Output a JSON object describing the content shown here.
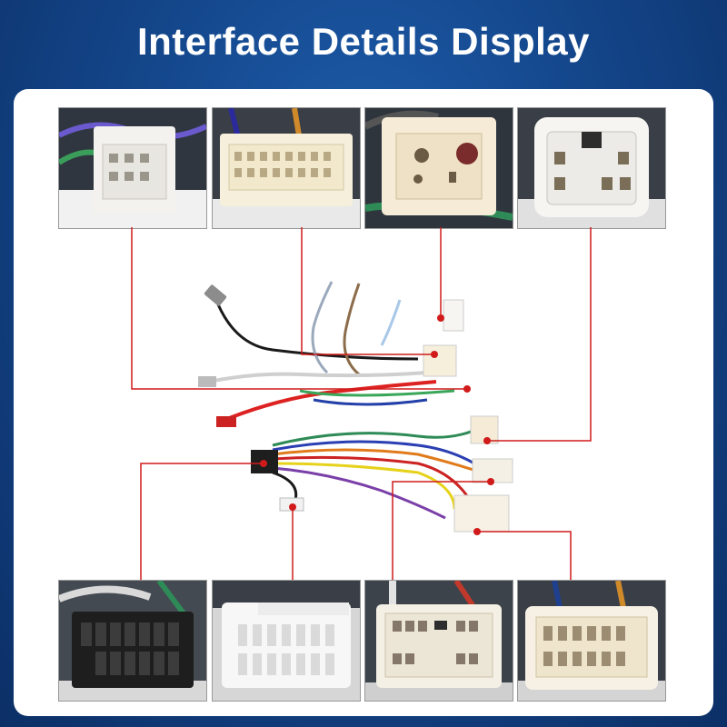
{
  "title": "Interface Details Display",
  "thumbnails_top": [
    {
      "name": "connector-8pin-photo"
    },
    {
      "name": "connector-20pin-photo"
    },
    {
      "name": "connector-power-photo"
    },
    {
      "name": "connector-6pin-photo"
    }
  ],
  "thumbnails_bottom": [
    {
      "name": "connector-16pin-black-photo"
    },
    {
      "name": "connector-24pin-white-photo"
    },
    {
      "name": "connector-10pin-photo"
    },
    {
      "name": "connector-12pin-photo"
    }
  ],
  "colors": {
    "background": "#14478c",
    "panel": "#ffffff",
    "callout_line": "#d11a1a"
  }
}
